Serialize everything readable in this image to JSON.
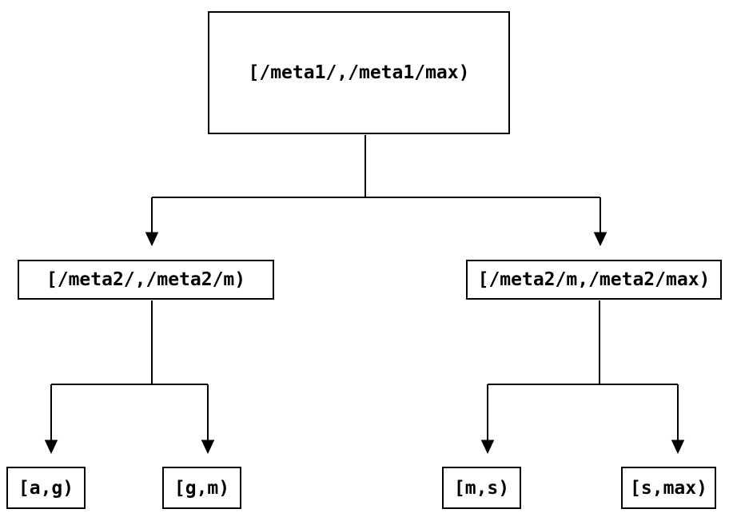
{
  "diagram": {
    "type": "binary-interval-tree",
    "colors": {
      "background": "#ffffff",
      "line": "#000000",
      "text": "#000000",
      "node_fill": "#ffffff"
    },
    "nodes": {
      "root": {
        "label": "[/meta1/,/meta1/max)"
      },
      "level2_left": {
        "label": "[/meta2/,/meta2/m)"
      },
      "level2_right": {
        "label": "[/meta2/m,/meta2/max)"
      },
      "leaf_ag": {
        "label": "[a,g)"
      },
      "leaf_gm": {
        "label": "[g,m)"
      },
      "leaf_ms": {
        "label": "[m,s)"
      },
      "leaf_smax": {
        "label": "[s,max)"
      }
    },
    "edges": [
      {
        "from": "root",
        "to": [
          "level2_left",
          "level2_right"
        ]
      },
      {
        "from": "level2_left",
        "to": [
          "leaf_ag",
          "leaf_gm"
        ]
      },
      {
        "from": "level2_right",
        "to": [
          "leaf_ms",
          "leaf_smax"
        ]
      }
    ]
  }
}
